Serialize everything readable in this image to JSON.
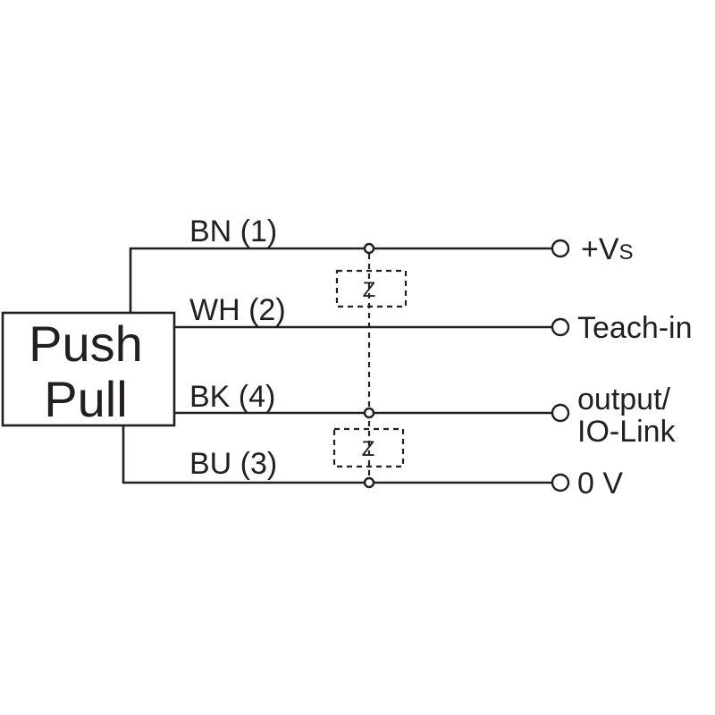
{
  "box": {
    "line1": "Push",
    "line2": "Pull"
  },
  "wires": {
    "bn": "BN (1)",
    "wh": "WH (2)",
    "bk": "BK (4)",
    "bu": "BU (3)"
  },
  "terminals": {
    "vs_plus": "+V",
    "vs_sub": "S",
    "teach": "Teach-in",
    "output_line1": "output/",
    "output_line2": "IO-Link",
    "zero_v": "0 V"
  },
  "z_label": "Z",
  "colors": {
    "line": "#231f20",
    "background": "#ffffff"
  }
}
